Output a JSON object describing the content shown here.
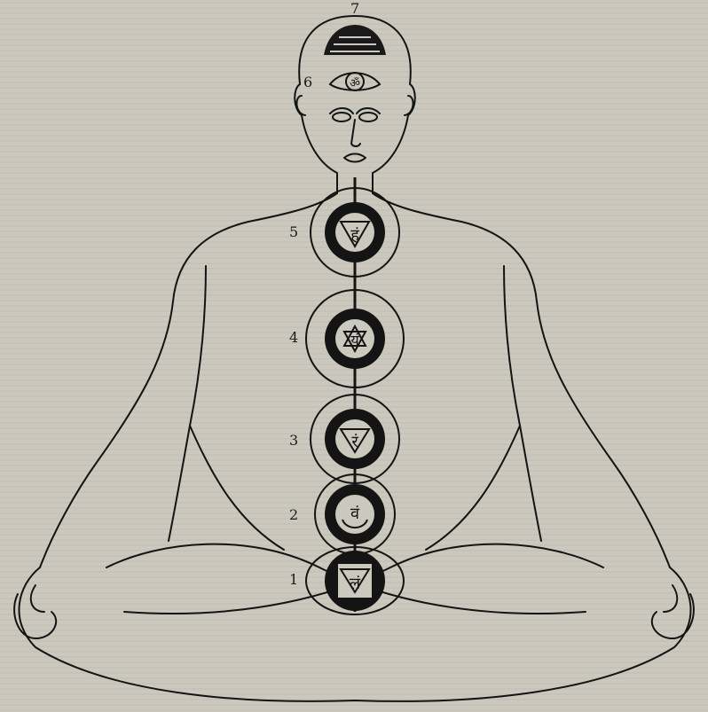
{
  "labels": {
    "crown": "7",
    "brow": "6",
    "throat": "5",
    "heart": "4",
    "navel": "3",
    "sacral": "2",
    "root": "1"
  },
  "glyphs": {
    "brow": "ॐ",
    "throat": "हं",
    "heart": "यं",
    "navel": "रं",
    "sacral": "वं",
    "root": "लं"
  },
  "colors": {
    "paper": "#cbc8be",
    "ink": "#141414"
  }
}
